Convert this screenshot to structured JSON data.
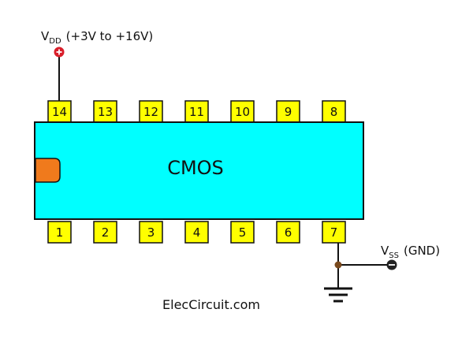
{
  "chip": {
    "label": "CMOS",
    "body_color": "#00FFFF",
    "notch_color": "#F07A1C",
    "pin_color": "#FFFF00"
  },
  "pins": {
    "top": [
      "14",
      "13",
      "12",
      "11",
      "10",
      "9",
      "8"
    ],
    "bottom": [
      "1",
      "2",
      "3",
      "4",
      "5",
      "6",
      "7"
    ]
  },
  "vdd": {
    "symbol": "V",
    "subscript": "DD",
    "range": "(+3V to +16V)",
    "terminal_color": "#D91E2A",
    "terminal_icon": "plus-icon"
  },
  "vss": {
    "symbol": "V",
    "subscript": "SS",
    "name": "(GND)",
    "terminal_color": "#222222",
    "terminal_icon": "minus-icon",
    "junction_color": "#7A4A1E"
  },
  "ground_icon": "ground-symbol-icon",
  "credit": "ElecCircuit.com"
}
